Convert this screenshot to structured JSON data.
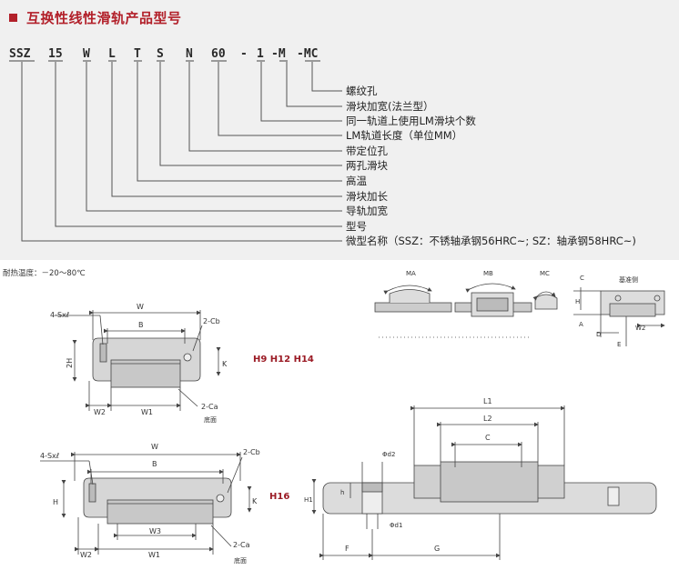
{
  "title": "互换性线性滑轨产品型号",
  "code": {
    "segments": [
      "SSZ",
      "15",
      "W",
      "L",
      "T",
      "S",
      "N",
      "60",
      "-",
      "1",
      "-M",
      "-MC"
    ]
  },
  "descriptions": [
    "螺纹孔",
    "滑块加宽(法兰型）",
    "同一轨道上使用LM滑块个数",
    "LM轨道长度（单位MM）",
    "带定位孔",
    "两孔滑块",
    "高温",
    "滑块加长",
    "导轨加宽",
    "型号",
    "微型名称（SSZ：不锈轴承钢56HRC~; SZ：轴承钢58HRC~)"
  ],
  "temperature": "耐热温度：－20～80℃",
  "heights_label": "H9 H12 H14",
  "h16_label": "H16",
  "diagram1": {
    "w": "W",
    "b": "B",
    "screw": "4-Sxℓ",
    "cb": "2-Cb",
    "ca": "2-Ca",
    "h2": "2H",
    "k": "K",
    "w2": "W2",
    "w1": "W1",
    "bottom": "底面"
  },
  "diagram2": {
    "w": "W",
    "b": "B",
    "screw": "4-Sxℓ",
    "cb": "2-Cb",
    "ca": "2-Ca",
    "h": "H",
    "k": "K",
    "w2": "W2",
    "w3": "W3",
    "w1": "W1",
    "bottom": "底面"
  },
  "mounting": {
    "ma": "MA",
    "mb": "MB",
    "mc": "MC",
    "ref_side": "基准侧",
    "c": "C",
    "h": "H",
    "a": "A",
    "d": "D",
    "e": "E",
    "w2": "W2"
  },
  "side_view": {
    "l1": "L1",
    "l2": "L2",
    "c": "C",
    "d2": "Φd2",
    "d1": "Φd1",
    "h": "h",
    "h1": "H1",
    "f": "F",
    "g": "G"
  }
}
